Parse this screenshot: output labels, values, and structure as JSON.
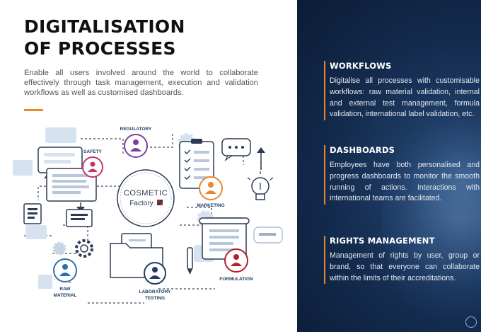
{
  "title": {
    "line1": "DIGITALISATION",
    "line2": "OF PROCESSES"
  },
  "intro": "Enable all users involved around the world to collaborate effectively through task management, execution and validation workflows as well as customised dashboards.",
  "diagram": {
    "center_logo": {
      "word1": "COSMETIC",
      "word2": "Factory"
    },
    "roles": {
      "regulatory": "REGULATORY",
      "safety": "SAFETY",
      "marketing": "MARKETING",
      "raw_material_1": "RAW",
      "raw_material_2": "MATERIAL",
      "laboratory_1": "LABORATORY",
      "laboratory_2": "TESTING",
      "formulation": "FORMULATION"
    },
    "role_colors": {
      "regulatory": "#7b3fa0",
      "safety": "#c8336b",
      "marketing": "#e8872e",
      "raw_material": "#2d6fb0",
      "laboratory": "#1f3d66",
      "formulation": "#b3202a"
    },
    "icons": [
      "gear-icon",
      "chat-bubble-icon",
      "lightbulb-icon",
      "checklist-icon",
      "folder-icon",
      "document-icon",
      "pen-icon"
    ]
  },
  "sections": {
    "workflows": {
      "heading": "WORKFLOWS",
      "body": "Digitalise all processes with customisable workflows: raw material validation, internal and external test management, formula validation, international label validation, etc."
    },
    "dashboards": {
      "heading": "DASHBOARDS",
      "body": "Employees have both personalised and progress dashboards to monitor the smooth running of actions. Interactions with international teams are facilitated."
    },
    "rights": {
      "heading": "RIGHTS MANAGEMENT",
      "body": "Management of rights by user, group or brand, so that everyone can collaborate within the limits of their accreditations."
    }
  },
  "colors": {
    "accent": "#e8872e",
    "panel": "#132b4d",
    "title": "#111111"
  }
}
